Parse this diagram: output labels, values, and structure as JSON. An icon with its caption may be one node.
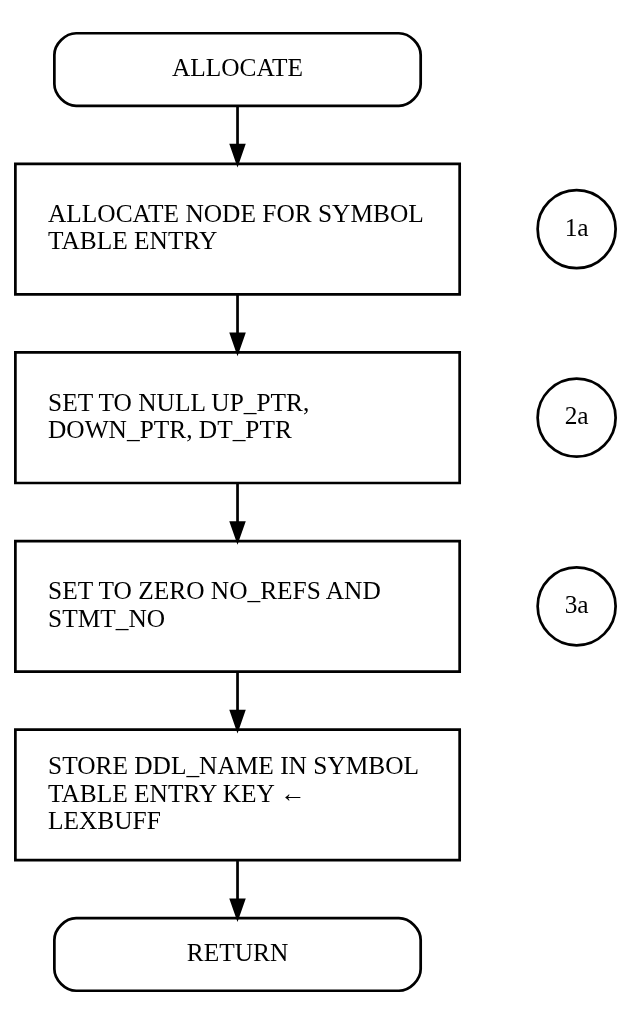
{
  "diagram": {
    "nodes": [
      {
        "text": [
          "ALLOCATE"
        ]
      },
      {
        "text": [
          "1a"
        ]
      },
      {
        "text": [
          "ALLOCATE NODE FOR SYMBOL TABLE ENTRY"
        ]
      },
      {
        "text": [
          "2a"
        ]
      },
      {
        "text": [
          "SET TO NULL UP_PTR, DOWN_PTR, DT_PTR"
        ]
      },
      {
        "text": [
          "3a"
        ]
      },
      {
        "text": [
          "SET TO ZERO NO_REFS AND STMT_NO"
        ]
      },
      {
        "text": [
          "STORE DDL_NAME IN SYMBOL TABLE ENTRY KEY ← LEXBUFF"
        ]
      },
      {
        "text": [
          "RETURN"
        ]
      }
    ],
    "edges": [
      {
        "from": 0,
        "to": 2,
        "arrow": "to"
      },
      {
        "from": 2,
        "to": 4,
        "arrow": "to"
      },
      {
        "from": 4,
        "to": 6,
        "arrow": "to"
      },
      {
        "from": 6,
        "to": 7,
        "arrow": "to"
      },
      {
        "from": 7,
        "to": 8,
        "arrow": "to"
      }
    ]
  }
}
